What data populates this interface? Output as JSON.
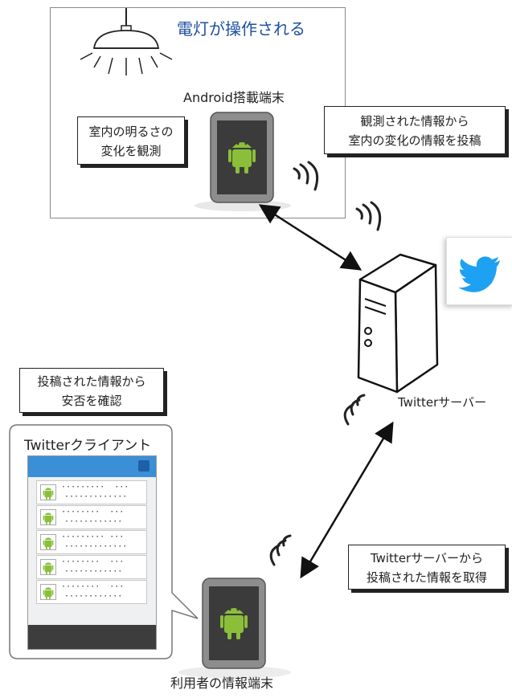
{
  "room": {
    "title": "電灯が操作される",
    "device_label": "Android搭載端末",
    "note_observe": [
      "室内の明るさの",
      "変化を観測"
    ],
    "note_post": [
      "観測された情報から",
      "室内の変化の情報を投稿"
    ]
  },
  "server": {
    "label": "Twitterサーバー",
    "logo": "twitter-bird-icon"
  },
  "client": {
    "note_confirm": [
      "投稿された情報から",
      "安否を確認"
    ],
    "bubble_title": "Twitterクライアント",
    "tweets": [
      {
        "line1": "·········  ···",
        "line2": "·············"
      },
      {
        "line1": "········  ···",
        "line2": "············"
      },
      {
        "line1": "········· ···",
        "line2": "·············"
      },
      {
        "line1": "········  ···",
        "line2": "············"
      },
      {
        "line1": "········  ···",
        "line2": "············"
      }
    ]
  },
  "user": {
    "label": "利用者の情報端末",
    "note_fetch": [
      "Twitterサーバーから",
      "投稿された情報を取得"
    ]
  },
  "colors": {
    "title_blue": "#1d4f9e",
    "android_green": "#8bbf3a",
    "twitter_blue": "#1da1f2",
    "client_header_blue": "#3b8fd6"
  }
}
